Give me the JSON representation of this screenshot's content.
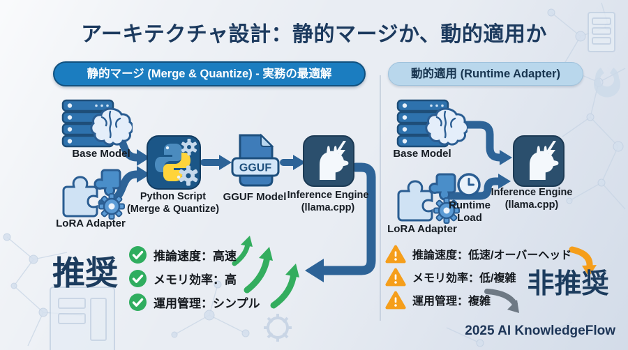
{
  "title": "アーキテクチャ設計：静的マージか、動的適用か",
  "footer": "2025 AI KnowledgeFlow",
  "colors": {
    "header_blue": "#1b7dc0",
    "header_light_blue": "#b9d7ec",
    "arrow_steel_blue": "#2d6397",
    "success_green": "#2fad5f",
    "warning_orange": "#f59e1b",
    "navy_text": "#1c3a5e"
  },
  "left": {
    "header": "静的マージ (Merge & Quantize) - 実務の最適解",
    "nodes": {
      "base_model": "Base Model",
      "lora_adapter": "LoRA Adapter",
      "python_line1": "Python Script",
      "python_line2": "(Merge & Quantize)",
      "gguf_badge": "GGUF",
      "gguf_label": "GGUF Model",
      "engine_line1": "Inference Engine",
      "engine_line2": "(llama.cpp)"
    },
    "verdict": "推奨",
    "pros": [
      "推論速度：高速",
      "メモリ効率：高",
      "運用管理：シンプル"
    ]
  },
  "right": {
    "header": "動的適用 (Runtime Adapter)",
    "nodes": {
      "base_model": "Base Model",
      "lora_adapter": "LoRA Adapter",
      "runtime_line1": "Runtime",
      "runtime_line2": "Load",
      "engine_line1": "Inference Engine",
      "engine_line2": "(llama.cpp)"
    },
    "verdict": "非推奨",
    "cons": [
      "推論速度：低速/オーバーヘッド",
      "メモリ効率：低/複雑",
      "運用管理：複雑"
    ]
  }
}
